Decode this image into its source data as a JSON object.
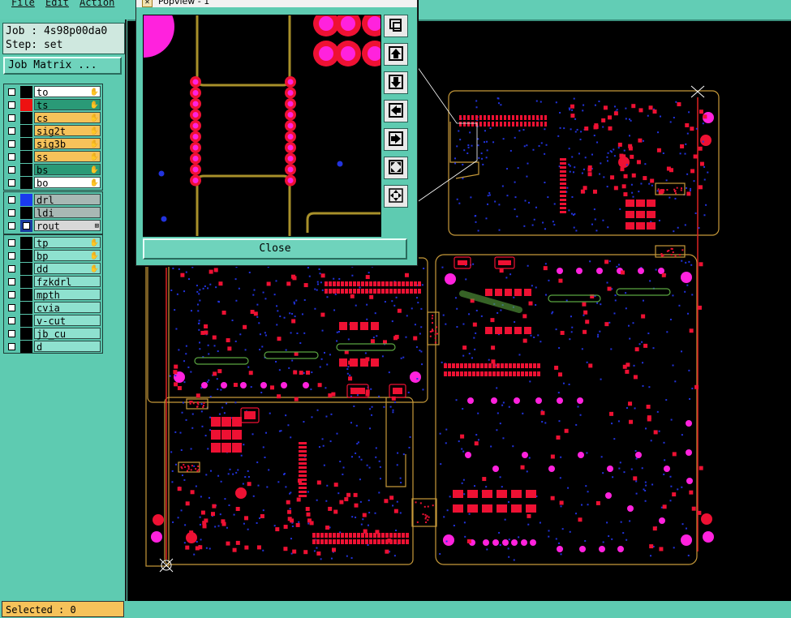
{
  "menu": {
    "file": "File",
    "edit": "Edit",
    "action": "Action"
  },
  "job": {
    "job_line": "Job : 4s98p00da0",
    "step_line": "Step: set"
  },
  "job_matrix_label": "Job Matrix ...",
  "layers_group1": [
    {
      "name": "to",
      "color": "#ffffff",
      "sw": "#000000",
      "mk": "⟡"
    },
    {
      "name": "ts",
      "color": "#2a9a77",
      "sw": "#ee1111",
      "mk": "⟡"
    },
    {
      "name": "cs",
      "color": "#f6c25a",
      "sw": "#000000",
      "mk": "⟡"
    },
    {
      "name": "sig2t",
      "color": "#f6c25a",
      "sw": "#000000",
      "mk": "⟡"
    },
    {
      "name": "sig3b",
      "color": "#f6c25a",
      "sw": "#000000",
      "mk": "⟡"
    },
    {
      "name": "ss",
      "color": "#f6c25a",
      "sw": "#000000",
      "mk": "⟡"
    },
    {
      "name": "bs",
      "color": "#2a9a77",
      "sw": "#000000",
      "mk": "⟡"
    },
    {
      "name": "bo",
      "color": "#ffffff",
      "sw": "#000000",
      "mk": "⟡"
    }
  ],
  "layers_group2": [
    {
      "name": "drl",
      "color": "#a8b8b4",
      "sw": "#1a3aee",
      "mk": ""
    },
    {
      "name": "ldi",
      "color": "#a8b8b4",
      "sw": "#000000",
      "mk": ""
    },
    {
      "name": "rout",
      "color": "#d8d8d8",
      "sw": "#2f8f25",
      "mk": "⊞"
    }
  ],
  "layers_group3": [
    {
      "name": "tp",
      "color": "#8ee1cf",
      "sw": "#000000",
      "mk": "⟡"
    },
    {
      "name": "bp",
      "color": "#8ee1cf",
      "sw": "#000000",
      "mk": "⟡"
    },
    {
      "name": "dd",
      "color": "#8ee1cf",
      "sw": "#000000",
      "mk": "⟡"
    },
    {
      "name": "fzkdrl",
      "color": "#8ee1cf",
      "sw": "#000000",
      "mk": ""
    },
    {
      "name": "mpth",
      "color": "#8ee1cf",
      "sw": "#000000",
      "mk": ""
    },
    {
      "name": "cvia",
      "color": "#8ee1cf",
      "sw": "#000000",
      "mk": ""
    },
    {
      "name": "v-cut",
      "color": "#8ee1cf",
      "sw": "#000000",
      "mk": ""
    },
    {
      "name": "jb_cu",
      "color": "#8ee1cf",
      "sw": "#000000",
      "mk": ""
    },
    {
      "name": "d",
      "color": "#8ee1cf",
      "sw": "#000000",
      "mk": ""
    }
  ],
  "selected_label": "Selected : 0",
  "popup": {
    "title": "Popview - 1",
    "close_label": "Close"
  },
  "colors": {
    "pad": "#ee1133",
    "magenta": "#ff22dd",
    "outline": "#c79a3a",
    "via": "#2233dd",
    "trace": "#a8902a"
  },
  "icons": [
    "zoom-page-icon",
    "pan-up-icon",
    "pan-down-icon",
    "pan-left-icon",
    "pan-right-icon",
    "zoom-in-icon",
    "zoom-out-icon"
  ]
}
